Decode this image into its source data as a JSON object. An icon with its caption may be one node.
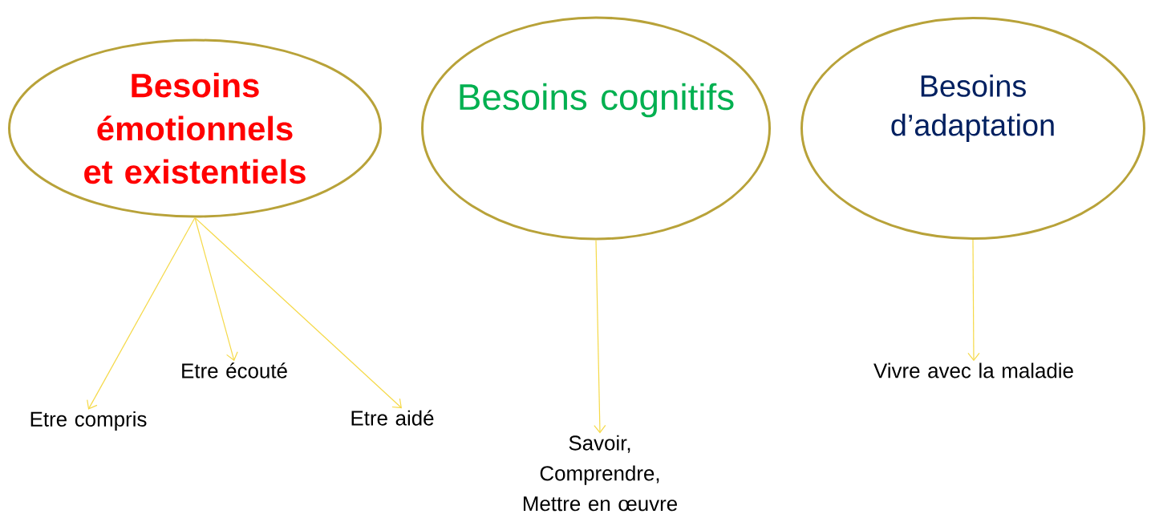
{
  "diagram": {
    "nodes": [
      {
        "text": [
          "Besoins émotionnels et existentiels"
        ]
      },
      {
        "text": [
          "Besoins cognitifs"
        ]
      },
      {
        "text": [
          "Besoins d’adaptation"
        ]
      },
      {
        "text": [
          "Etre compris"
        ]
      },
      {
        "text": [
          "Etre écouté"
        ]
      },
      {
        "text": [
          "Etre aidé"
        ]
      },
      {
        "text": [
          "Savoir, Comprendre, Mettre en œuvre"
        ]
      },
      {
        "text": [
          "Vivre avec la maladie"
        ]
      }
    ],
    "edges": [
      {
        "from": 0,
        "to": 3,
        "arrow": "to"
      },
      {
        "from": 0,
        "to": 4,
        "arrow": "to"
      },
      {
        "from": 0,
        "to": 5,
        "arrow": "to"
      },
      {
        "from": 1,
        "to": 6,
        "arrow": "to"
      },
      {
        "from": 2,
        "to": 7,
        "arrow": "to"
      }
    ]
  }
}
